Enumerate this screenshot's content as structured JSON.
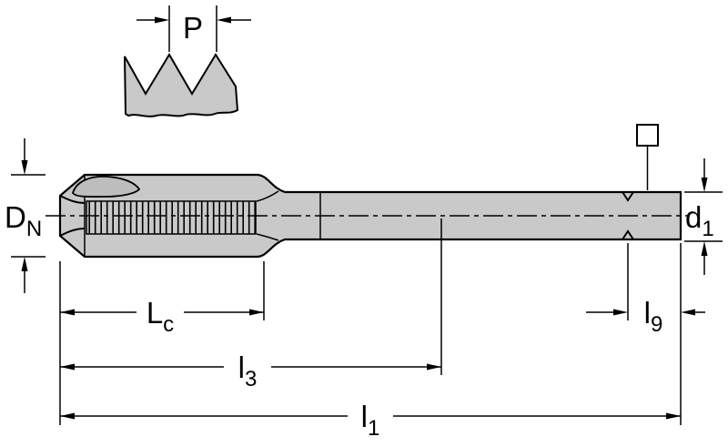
{
  "diagram": {
    "type": "tap-tool-technical-drawing",
    "labels": {
      "pitch": {
        "base": "P",
        "sub": ""
      },
      "nominal_diameter": {
        "base": "D",
        "sub": "N"
      },
      "shank_diameter": {
        "base": "d",
        "sub": "1"
      },
      "chamfer_length": {
        "base": "L",
        "sub": "c"
      },
      "thread_length": {
        "base": "l",
        "sub": "3"
      },
      "overall_length": {
        "base": "l",
        "sub": "1"
      },
      "square_length": {
        "base": "l",
        "sub": "9"
      }
    },
    "colors": {
      "body_fill": "#c9c9c9",
      "flute_fill": "#bdbdbd",
      "line": "#000000",
      "background": "#ffffff"
    }
  }
}
